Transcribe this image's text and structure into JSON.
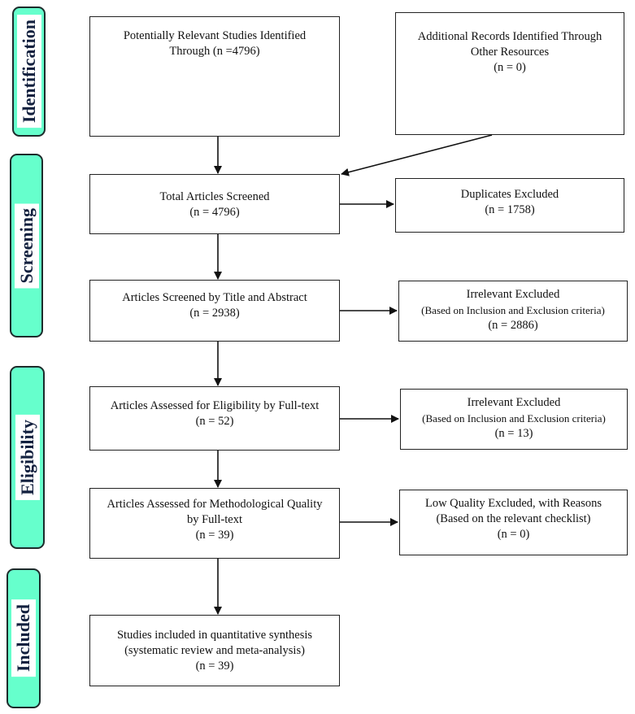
{
  "stages": {
    "identification": "Identification",
    "screening": "Screening",
    "eligibility": "Eligibility",
    "included": "Included"
  },
  "colors": {
    "stage_fill": "#66ffcc",
    "stage_text": "#13213f"
  },
  "boxes": {
    "identified": [
      "Potentially Relevant Studies Identified",
      "Through (n =4796)"
    ],
    "additional": [
      "Additional Records Identified Through",
      "Other Resources",
      "(n = 0)"
    ],
    "screened": [
      "Total Articles Screened",
      "(n = 4796)"
    ],
    "duplicates": [
      "Duplicates Excluded",
      "(n = 1758)"
    ],
    "title_abstract": [
      "Articles Screened by Title and Abstract",
      "(n = 2938)"
    ],
    "irrelevant1": [
      "Irrelevant Excluded",
      "(Based on Inclusion and Exclusion criteria)",
      "(n = 2886)"
    ],
    "fulltext": [
      "Articles Assessed for Eligibility by Full-text",
      "(n = 52)"
    ],
    "irrelevant2": [
      "Irrelevant Excluded",
      "(Based on Inclusion and Exclusion criteria)",
      "(n = 13)"
    ],
    "quality": [
      "Articles Assessed for Methodological Quality",
      "by Full-text",
      "(n = 39)"
    ],
    "low_quality": [
      "Low Quality Excluded, with Reasons",
      "(Based on the relevant checklist)",
      "(n = 0)"
    ],
    "included": [
      "Studies included in quantitative synthesis",
      "(systematic review and meta-analysis)",
      "(n = 39)"
    ]
  }
}
